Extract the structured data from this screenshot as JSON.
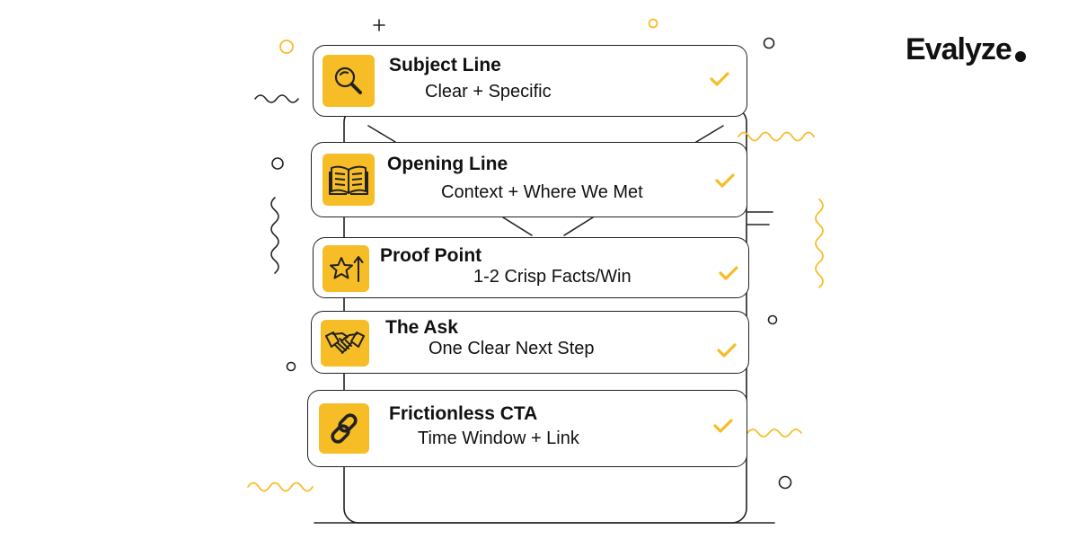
{
  "brand": {
    "name": "Evalyze"
  },
  "colors": {
    "accent": "#f6bd27",
    "outline": "#222222",
    "background": "#ffffff"
  },
  "steps": [
    {
      "title": "Subject Line",
      "subtitle": "Clear + Specific",
      "icon": "magnifier-icon",
      "checked": true
    },
    {
      "title": "Opening Line",
      "subtitle": "Context + Where We Met",
      "icon": "open-book-icon",
      "checked": true
    },
    {
      "title": "Proof Point",
      "subtitle": "1-2 Crisp Facts/Win",
      "icon": "star-up-arrow-icon",
      "checked": true
    },
    {
      "title": "The Ask",
      "subtitle": "One Clear Next Step",
      "icon": "handshake-icon",
      "checked": true
    },
    {
      "title": "Frictionless CTA",
      "subtitle": "Time Window + Link",
      "icon": "chain-link-icon",
      "checked": true
    }
  ]
}
